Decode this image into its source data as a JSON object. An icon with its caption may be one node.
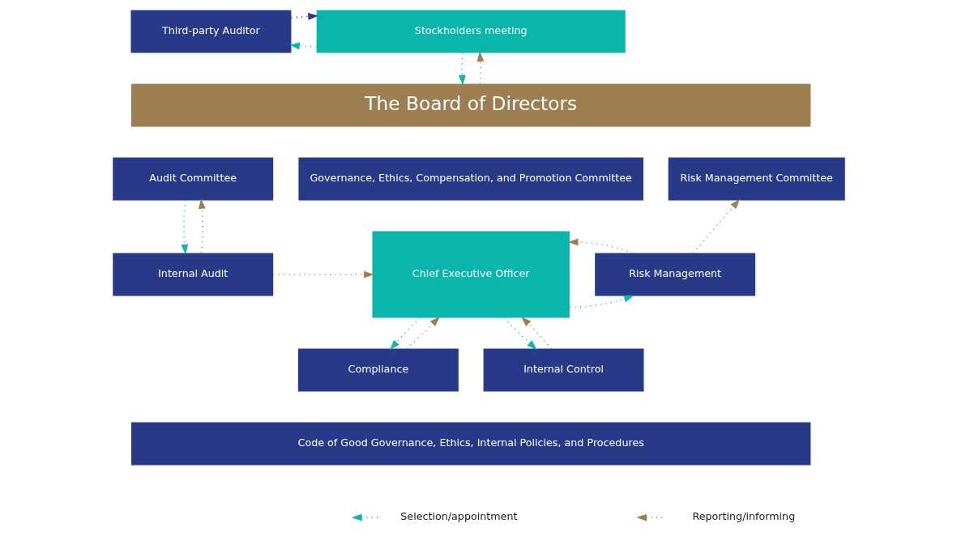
{
  "diagram": {
    "nodes": [
      {
        "text": [
          "Third-party Auditor"
        ]
      },
      {
        "text": [
          "Stockholders meeting"
        ]
      },
      {
        "text": [
          "The Board of Directors"
        ]
      },
      {
        "text": [
          "Audit Committee"
        ]
      },
      {
        "text": [
          "Governance, Ethics, Compensation, and Promotion Committee"
        ]
      },
      {
        "text": [
          "Risk Management Committee"
        ]
      },
      {
        "text": [
          "Internal Audit"
        ]
      },
      {
        "text": [
          "Chief Executive Officer"
        ]
      },
      {
        "text": [
          "Risk Management"
        ]
      },
      {
        "text": [
          "Compliance"
        ]
      },
      {
        "text": [
          "Internal Control"
        ]
      },
      {
        "text": [
          "Code of Good Governance, Ethics, Internal Policies, and Procedures"
        ]
      }
    ],
    "edges": [
      {
        "from": 1,
        "to": 0,
        "arrow": "to",
        "color": "#12b5ac"
      },
      {
        "from": 0,
        "to": 1,
        "arrow": "to",
        "color": "#283a87"
      },
      {
        "from": 1,
        "to": 2,
        "arrow": "to",
        "color": "#12b5ac"
      },
      {
        "from": 2,
        "to": 1,
        "arrow": "to"
      },
      {
        "from": 3,
        "to": 6,
        "arrow": "to",
        "color": "#12b5ac"
      },
      {
        "from": 6,
        "to": 3,
        "arrow": "to"
      },
      {
        "from": 8,
        "to": 5,
        "arrow": "to"
      },
      {
        "from": 6,
        "to": 7,
        "arrow": "to"
      },
      {
        "from": 7,
        "to": 9,
        "arrow": "to",
        "color": "#12b5ac"
      },
      {
        "from": 9,
        "to": 7,
        "arrow": "to"
      },
      {
        "from": 7,
        "to": 8,
        "arrow": "to",
        "color": "#12b5ac"
      },
      {
        "from": 8,
        "to": 7,
        "arrow": "to"
      },
      {
        "from": 7,
        "to": 10,
        "arrow": "to",
        "color": "#12b5ac"
      },
      {
        "from": 10,
        "to": 7,
        "arrow": "to"
      }
    ],
    "legend": [
      {
        "text": "Selection/appointment"
      },
      {
        "text": "Reporting/informing"
      }
    ]
  }
}
